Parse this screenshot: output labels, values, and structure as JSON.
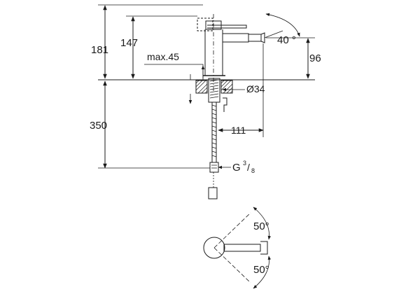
{
  "dimensions": {
    "total_height": "181",
    "spout_height": "147",
    "max_deck": "max.45",
    "hole_diameter": "Ø34",
    "hose_length": "350",
    "reach": "111",
    "aerator_height": "96",
    "aerator_angle": "40 °",
    "connection_prefix": "G ",
    "connection_num": "3",
    "connection_sep": "/",
    "connection_den": "8",
    "swivel_top": "50°",
    "swivel_bottom": "50°"
  },
  "colors": {
    "line": "#1a1a1a",
    "background": "#ffffff"
  }
}
